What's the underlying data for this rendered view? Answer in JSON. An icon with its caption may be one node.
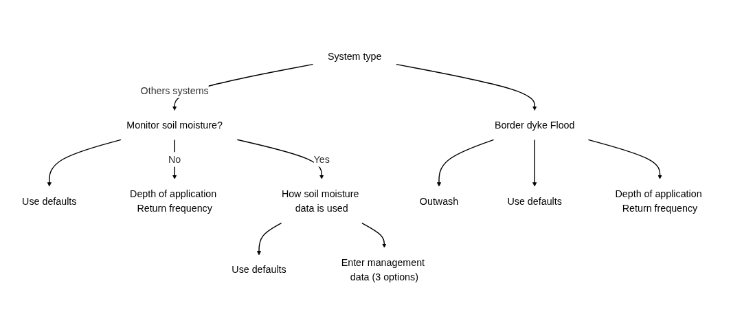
{
  "diagram": {
    "nodes": [
      {
        "text": [
          "System type"
        ]
      },
      {
        "text": [
          "Monitor soil moisture?"
        ]
      },
      {
        "text": [
          "Use defaults"
        ]
      },
      {
        "text": [
          "Border dyke Flood"
        ]
      },
      {
        "text": [
          "Outwash"
        ]
      },
      {
        "text": [
          "Depth of application Return frequency"
        ]
      },
      {
        "text": [
          "How soil moisture data is used"
        ]
      },
      {
        "text": [
          "Use defaults"
        ]
      },
      {
        "text": [
          "Depth of application Return frequency"
        ]
      },
      {
        "text": [
          "Use defaults"
        ]
      },
      {
        "text": [
          "Enter management data (3 options)"
        ]
      }
    ],
    "edges": [
      {
        "from": 0,
        "to": 1,
        "arrow": "to",
        "label": "Others systems"
      },
      {
        "from": 0,
        "to": 3,
        "arrow": "to"
      },
      {
        "from": 3,
        "to": 4,
        "arrow": "to"
      },
      {
        "from": 1,
        "to": 2,
        "arrow": "to"
      },
      {
        "from": 1,
        "to": 5,
        "arrow": "to",
        "label": "No"
      },
      {
        "from": 1,
        "to": 6,
        "arrow": "to",
        "label": "Yes"
      },
      {
        "from": 3,
        "to": 7,
        "arrow": "to"
      },
      {
        "from": 3,
        "to": 8,
        "arrow": "to"
      },
      {
        "from": 6,
        "to": 9,
        "arrow": "to"
      },
      {
        "from": 6,
        "to": 10,
        "arrow": "to"
      }
    ]
  }
}
